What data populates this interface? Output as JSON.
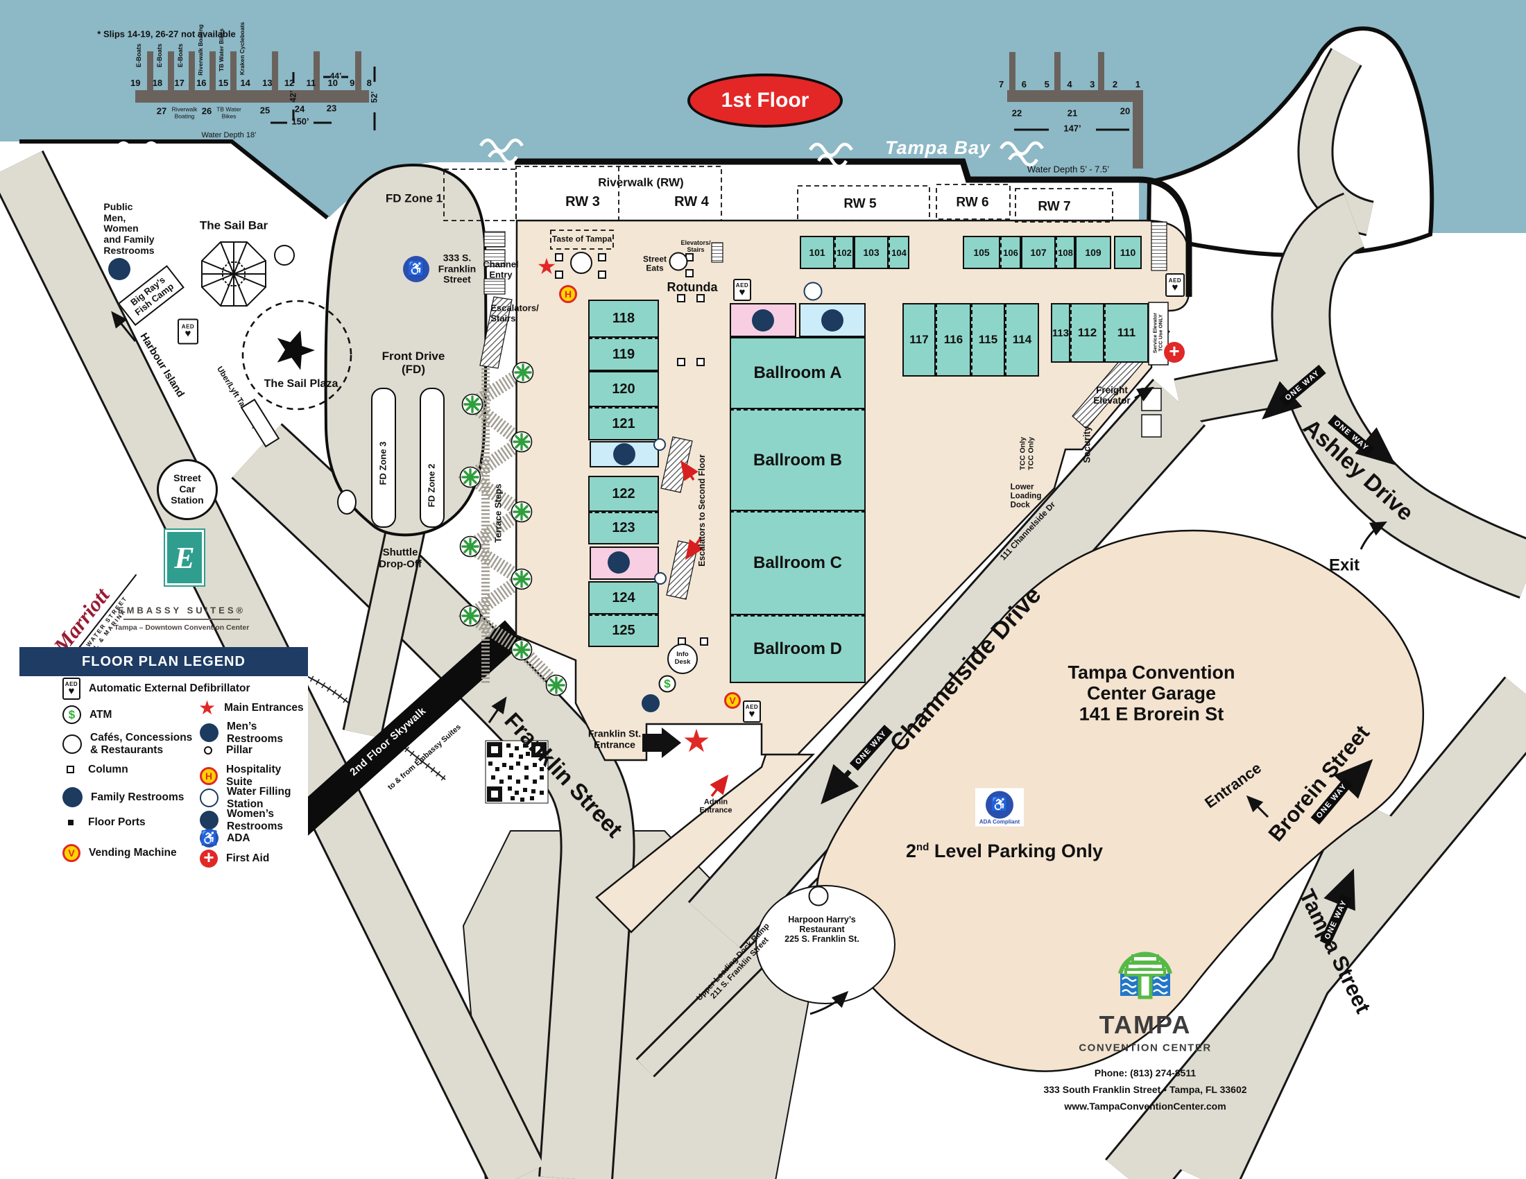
{
  "title_badge": "1st  Floor",
  "bay": {
    "name": "Tampa Bay",
    "depth_left": "Water Depth 18’",
    "depth_right": "Water Depth 5’ - 7.5’"
  },
  "marina": {
    "note": "* Slips 14-19, 26-27 not available",
    "left_slips": [
      "19",
      "18",
      "17",
      "16",
      "15",
      "14",
      "13",
      "12",
      "11",
      "10",
      "9",
      "8"
    ],
    "left_vertical": [
      "E-Boats",
      "E-Boats",
      "E-Boats",
      "Riverwalk Boating",
      "TB Water Bikes",
      "Kraken Cycleboats"
    ],
    "left_lower": {
      "n27": "27",
      "l27": "Riverwalk\nBoating",
      "n26": "26",
      "l26": "TB Water\nBikes",
      "n25": "25",
      "n24": "24",
      "n23": "23"
    },
    "dims": {
      "d42": "42’",
      "d44": "44’",
      "d52": "52’",
      "d150": "150’",
      "d147": "147’"
    },
    "right_slips": [
      "7",
      "6",
      "5",
      "4",
      "3",
      "2",
      "1"
    ],
    "right_lower": [
      "22",
      "21",
      "20"
    ]
  },
  "riverwalk": {
    "title": "Riverwalk (RW)",
    "rw3": "RW 3",
    "rw4": "RW 4",
    "rw5": "RW 5",
    "rw6": "RW 6",
    "rw7": "RW 7"
  },
  "rooms": {
    "101": "101",
    "102": "102",
    "103": "103",
    "104": "104",
    "105": "105",
    "106": "106",
    "107": "107",
    "108": "108",
    "109": "109",
    "110": "110",
    "111": "111",
    "112": "112",
    "113": "113",
    "114": "114",
    "115": "115",
    "116": "116",
    "117": "117",
    "118": "118",
    "119": "119",
    "120": "120",
    "121": "121",
    "122": "122",
    "123": "123",
    "124": "124",
    "125": "125"
  },
  "ballrooms": [
    "Ballroom A",
    "Ballroom B",
    "Ballroom C",
    "Ballroom D"
  ],
  "interior": {
    "taste": "Taste of Tampa",
    "channel_entry": "Channel\nEntry",
    "escalators_stairs": "Escalators/\nStairs",
    "street_eats": "Street\nEats",
    "rotunda": "Rotunda",
    "elevators_stairs": "Elevators/\nStairs",
    "escalators_second": "Escalators to Second Floor",
    "freight": "Freight\nElevator",
    "security": "Security",
    "service_elevator": "Service Elevator\nTCC Use ONLY",
    "tcc_only": "TCC Only\nTCC Only",
    "lower_dock": "Lower\nLoading\nDock",
    "info_desk": "Info\nDesk"
  },
  "entrances": {
    "franklin": "Franklin St.\nEntrance",
    "admin": "Admin\nEntrance"
  },
  "west": {
    "fd1": "FD Zone 1",
    "fd2": "FD Zone 2",
    "fd3": "FD Zone 3",
    "front_drive": "Front Drive\n(FD)",
    "address": "333 S.\nFranklin\nStreet",
    "shuttle": "Shuttle\nDrop-Off",
    "terrace": "Terrace Steps",
    "skywalk": "2nd Floor Skywalk",
    "skywalk_sub": "to & from Embassy Suites",
    "sail_bar": "The Sail Bar",
    "sail_plaza": "The Sail Plaza",
    "big_rays": "Big Ray’s\nFish Camp",
    "harbour": "Harbour Island",
    "uber": "Uber/Lyft Taxi Drop Off",
    "public_restrooms": "Public\nMen,\nWomen\nand Family\nRestrooms",
    "street_car": "Street\nCar\nStation"
  },
  "hotels": {
    "marriott": "Marriott",
    "marriott_sub1": "TAMPA WATER STREET",
    "marriott_sub2": "HOTEL & MARINA",
    "embassy_letter": "E",
    "embassy": "EMBASSY SUITES®",
    "embassy_sub": "Tampa – Downtown Convention Center"
  },
  "streets": {
    "franklin": "Franklin Street",
    "channelside": "Channelside Drive",
    "channelside_addr": "111 Channelside Dr",
    "ashley": "Ashley Drive",
    "brorein": "Brorein Street",
    "tampa": "Tampa Street",
    "one_way": "ONE WAY",
    "exit": "Exit",
    "entrance": "Entrance"
  },
  "garage": {
    "name": "Tampa Convention\nCenter Garage\n141 E Brorein St",
    "parking_num": "2",
    "parking_sup": "nd",
    "parking_rest": " Level Parking Only",
    "ada": "ADA Compliant"
  },
  "poi": {
    "harpoon": "Harpoon Harry’s\nRestaurant\n225 S. Franklin St.",
    "ramp": "Upper Loading Dock Ramp\n211 S. Franklin Street"
  },
  "legend": {
    "title": "FLOOR PLAN LEGEND",
    "left": [
      {
        "label": "Automatic External Defibrillator"
      },
      {
        "label": "ATM"
      },
      {
        "label": "Cafés, Concessions\n& Restaurants"
      },
      {
        "label": "Column"
      },
      {
        "label": "Family Restrooms"
      },
      {
        "label": "Floor Ports"
      },
      {
        "label": "Vending Machine"
      }
    ],
    "right": [
      {
        "label": "Main Entrances"
      },
      {
        "label": "Men’s Restrooms"
      },
      {
        "label": "Pillar"
      },
      {
        "label": "Hospitality Suite"
      },
      {
        "label": "Water Filling Station"
      },
      {
        "label": "Women’s Restrooms"
      },
      {
        "label": "ADA"
      },
      {
        "label": "First Aid"
      }
    ]
  },
  "footer": {
    "brand_top": "TAMPA",
    "brand_bottom": "CONVENTION CENTER",
    "phone": "Phone: (813) 274-8511",
    "address": "333 South Franklin Street • Tampa, FL 33602",
    "web": "www.TampaConventionCenter.com"
  }
}
